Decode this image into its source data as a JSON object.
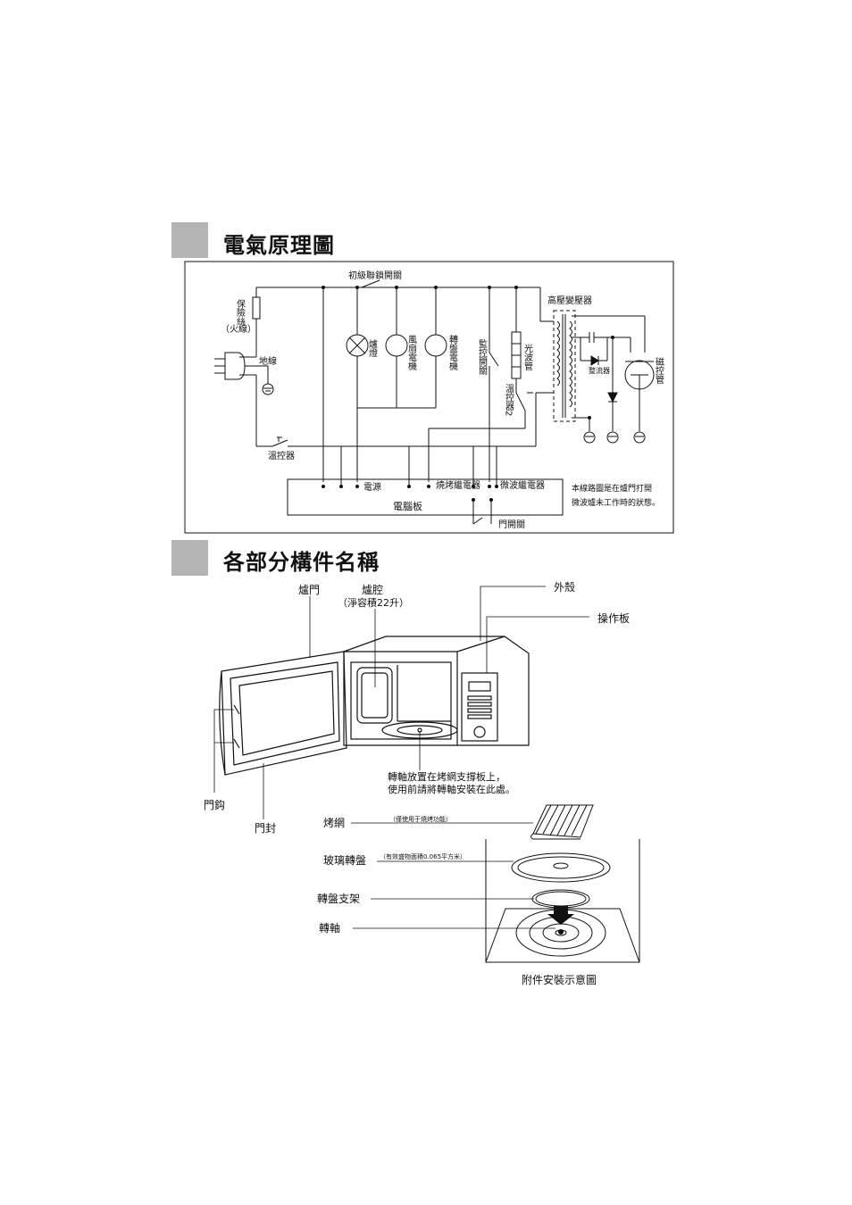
{
  "section1": {
    "title": "電氣原理圖"
  },
  "section2": {
    "title": "各部分構件名稱"
  },
  "circuit": {
    "primary_interlock": "初級聯鎖開關",
    "fuse": "保險絲",
    "fuse_live": "（火線）",
    "ground": "地線",
    "lamp": "爐燈",
    "fan_motor": "風扇電機",
    "turntable_motor": "轉盤電機",
    "monitor_switch": "監控開關",
    "light_wave_tube": "光波管",
    "thermostat2": "溫控器2",
    "hv_transformer": "高壓變壓器",
    "rectifier": "整流器",
    "magnetron": "磁控管",
    "thermal_controller": "溫控器",
    "power": "電源",
    "grill_relay": "燒烤繼電器",
    "microwave_relay": "微波繼電器",
    "pcb": "電腦板",
    "door_switch": "門開關",
    "note_line1": "本線路圖是在爐門打開",
    "note_line2": "微波爐未工作時的狀態。"
  },
  "parts": {
    "oven_door": "爐門",
    "oven_cavity": "爐腔",
    "cavity_volume": "（淨容積22升）",
    "outer_case": "外殼",
    "control_panel": "操作板",
    "door_hook": "門鈎",
    "door_seal": "門封",
    "shaft_note1": "轉軸放置在烤網支撐板上，",
    "shaft_note2": "使用前請將轉軸安裝在此處。",
    "grill_rack": "烤網",
    "grill_rack_note": "（僅使用于燒烤功能）",
    "glass_tray": "玻璃轉盤",
    "glass_tray_note": "（有效盛物面積0.065平方米）",
    "tray_support": "轉盤支架",
    "shaft": "轉軸",
    "accessory_caption": "附件安裝示意圖"
  }
}
